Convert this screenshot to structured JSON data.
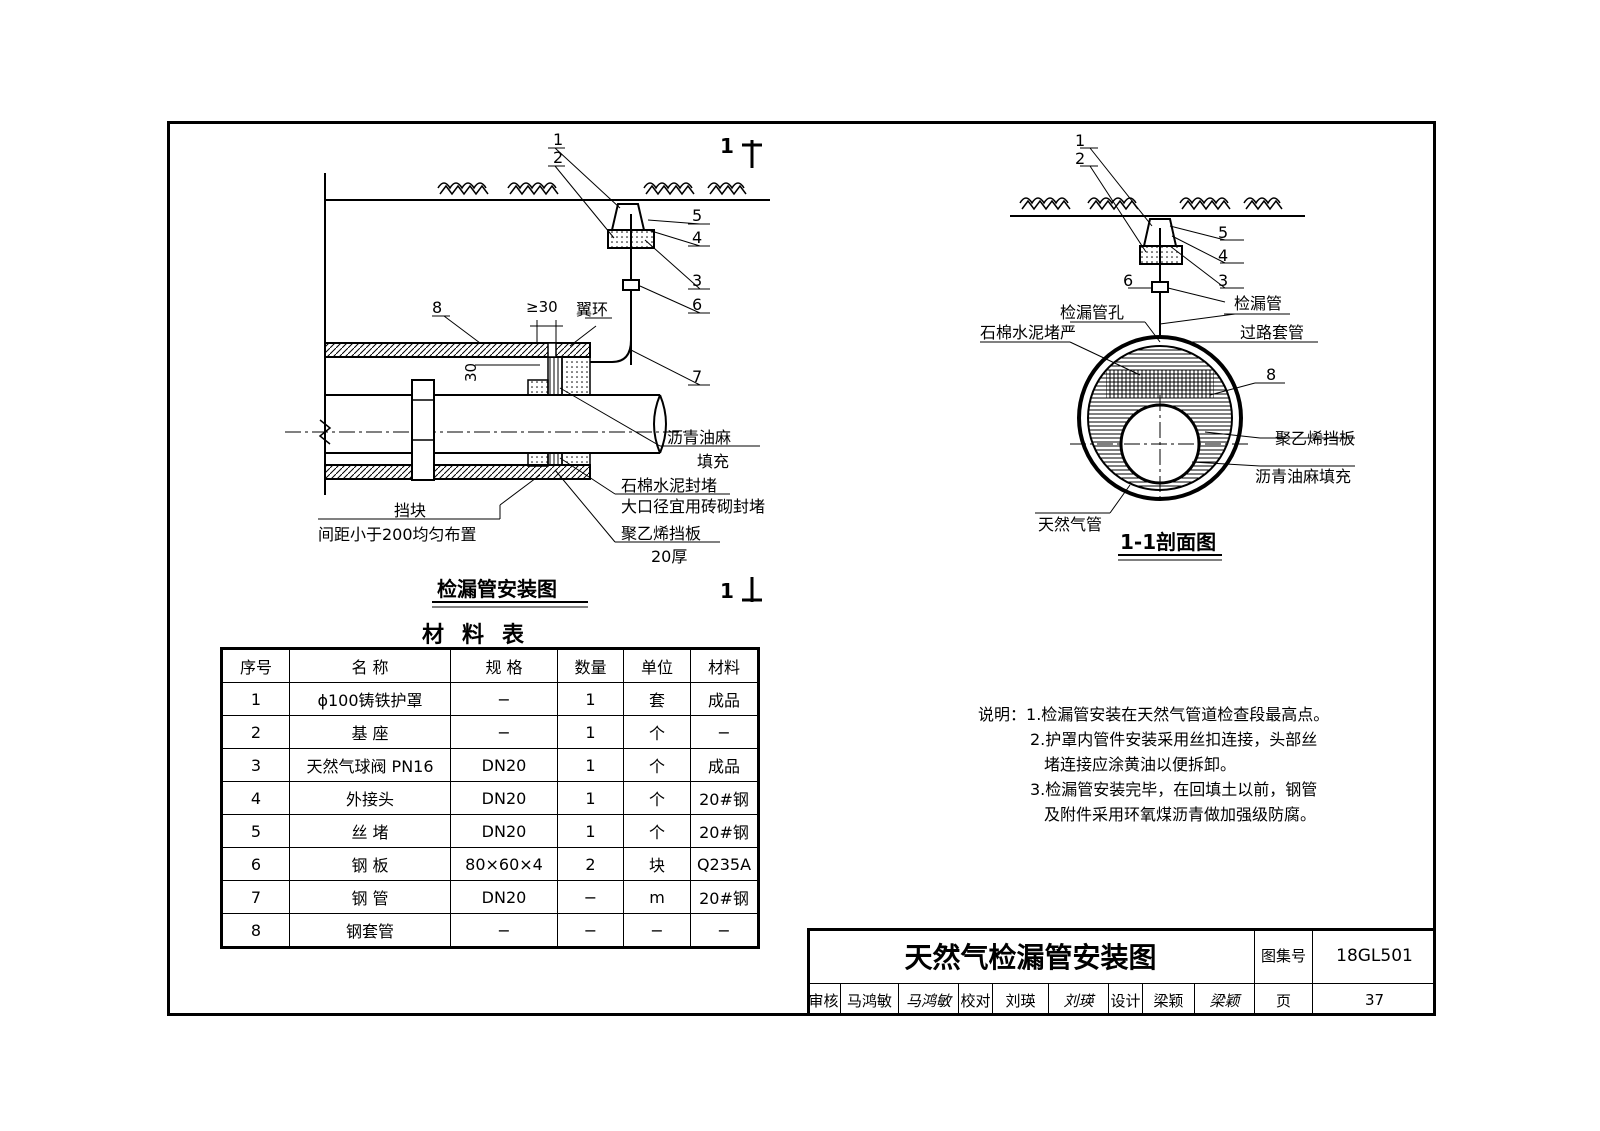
{
  "left_view": {
    "title": "检漏管安装图",
    "section_mark": "1",
    "callouts": [
      "1",
      "2",
      "5",
      "4",
      "3",
      "6",
      "7",
      "8"
    ],
    "labels": {
      "wing_ring": "翼环",
      "dim_gte30": "≥30",
      "dim_30": "30",
      "asphalt_hemp": "沥青油麻",
      "fill": "填充",
      "asbestos_cement": "石棉水泥封堵",
      "large_dia_brick": "大口径宜用砖砌封堵",
      "block": "挡块",
      "spacing": "间距小于200均匀布置",
      "pe_plate": "聚乙烯挡板",
      "thick_20": "20厚"
    }
  },
  "right_view": {
    "title": "1-1剖面图",
    "callouts": [
      "1",
      "2",
      "5",
      "4",
      "3",
      "6",
      "8"
    ],
    "labels": {
      "leak_pipe": "检漏管",
      "leak_hole": "检漏管孔",
      "asbestos_seal": "石棉水泥堵严",
      "casing": "过路套管",
      "pe_plate": "聚乙烯挡板",
      "asphalt_fill": "沥青油麻填充",
      "gas_pipe": "天然气管"
    }
  },
  "materials": {
    "title": "材料表",
    "headers": [
      "序号",
      "名 称",
      "规 格",
      "数量",
      "单位",
      "材料"
    ],
    "rows": [
      [
        "1",
        "ϕ100铸铁护罩",
        "−",
        "1",
        "套",
        "成品"
      ],
      [
        "2",
        "基 座",
        "−",
        "1",
        "个",
        "−"
      ],
      [
        "3",
        "天然气球阀 PN16",
        "DN20",
        "1",
        "个",
        "成品"
      ],
      [
        "4",
        "外接头",
        "DN20",
        "1",
        "个",
        "20#钢"
      ],
      [
        "5",
        "丝 堵",
        "DN20",
        "1",
        "个",
        "20#钢"
      ],
      [
        "6",
        "钢 板",
        "80×60×4",
        "2",
        "块",
        "Q235A"
      ],
      [
        "7",
        "钢 管",
        "DN20",
        "−",
        "m",
        "20#钢"
      ],
      [
        "8",
        "钢套管",
        "−",
        "−",
        "−",
        "−"
      ]
    ]
  },
  "notes": {
    "lead": "说明：",
    "lines": [
      "1.检漏管安装在天然气管道检查段最高点。",
      "2.护罩内管件安装采用丝扣连接，头部丝",
      "堵连接应涂黄油以便拆卸。",
      "3.检漏管安装完毕，在回填土以前，钢管",
      "及附件采用环氧煤沥青做加强级防腐。"
    ]
  },
  "title_block": {
    "title": "天然气检漏管安装图",
    "atlas_label": "图集号",
    "atlas_no": "18GL501",
    "review_label": "审核",
    "reviewer": "马鸿敏",
    "reviewer_sig": "马鸿敏",
    "check_label": "校对",
    "checker": "刘瑛",
    "checker_sig": "刘瑛",
    "design_label": "设计",
    "designer": "梁颖",
    "designer_sig": "梁颖",
    "page_label": "页",
    "page_no": "37"
  }
}
